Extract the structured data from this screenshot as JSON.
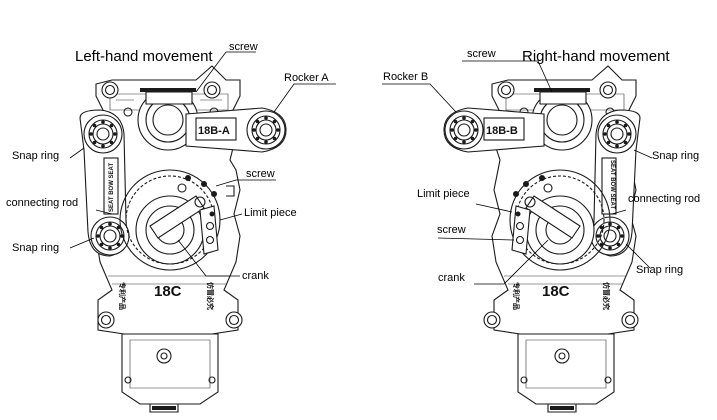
{
  "diagrams": [
    {
      "title": "Left-hand movement",
      "rocker_stamp": "18B-A",
      "housing_stamp": "18C",
      "rod_stamp": "SEAT BOW SEAT",
      "side_marks": [
        "专利产品",
        "仿冒必究"
      ],
      "callouts": {
        "screw_top": "screw",
        "rocker": "Rocker A",
        "snap_ring_top": "Snap ring",
        "connecting_rod": "connecting rod",
        "snap_ring_bottom": "Snap ring",
        "screw_mid": "screw",
        "limit_piece": "Limit piece",
        "crank": "crank"
      }
    },
    {
      "title": "Right-hand movement",
      "rocker_stamp": "18B-B",
      "housing_stamp": "18C",
      "rod_stamp": "SEAT BOW SEAT",
      "side_marks": [
        "专利产品",
        "仿冒必究"
      ],
      "callouts": {
        "screw_top": "screw",
        "rocker": "Rocker B",
        "snap_ring_top": "Snap ring",
        "limit_piece": "Limit piece",
        "connecting_rod": "connecting rod",
        "screw_mid": "screw",
        "snap_ring_bottom": "Snap ring",
        "crank": "crank"
      }
    }
  ]
}
